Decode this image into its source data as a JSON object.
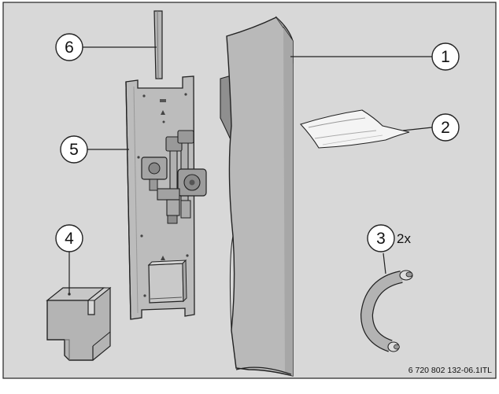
{
  "callouts": {
    "c1": "1",
    "c2": "2",
    "c3": "3",
    "c4": "4",
    "c5": "5",
    "c6": "6"
  },
  "quantity_3": "2x",
  "figure_reference": "6 720 802 132-06.1ITL",
  "colors": {
    "background": "#d8d8d8",
    "part_fill": "#b5b5b5",
    "outline": "#222222",
    "callout_fill": "#ffffff"
  }
}
